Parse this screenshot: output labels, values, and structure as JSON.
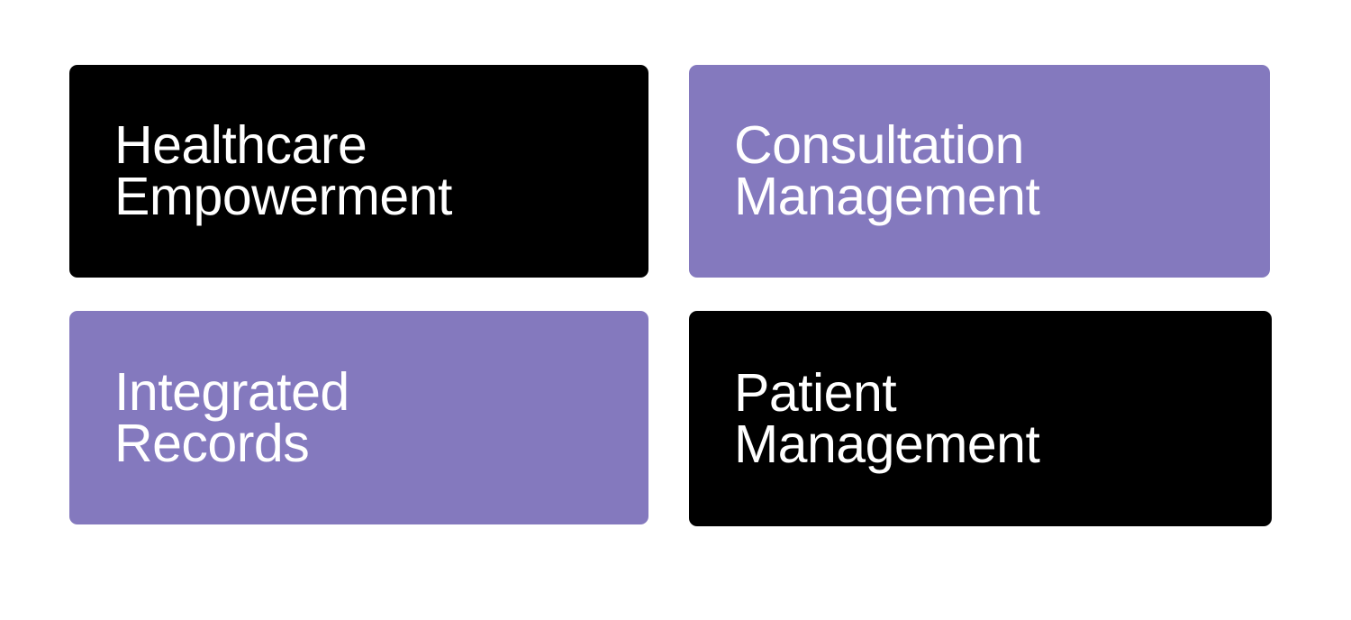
{
  "page": {
    "background_color": "#ffffff",
    "layout": "2x2-card-grid"
  },
  "theme": {
    "dark_background": "#000000",
    "purple_background": "#8479be",
    "text_color": "#ffffff"
  },
  "cards": [
    {
      "id": "healthcare-empowerment",
      "title": "Healthcare\nEmpowerment",
      "line1": "Healthcare",
      "line2": "Empowerment",
      "theme": "dark",
      "background_color": "#000000",
      "text_color": "#ffffff",
      "position": "top-left"
    },
    {
      "id": "consultation-management",
      "title": "Consultation\nManagement",
      "line1": "Consultation",
      "line2": "Management",
      "theme": "purple",
      "background_color": "#8479be",
      "text_color": "#ffffff",
      "position": "top-right"
    },
    {
      "id": "integrated-records",
      "title": "Integrated\nRecords",
      "line1": "Integrated",
      "line2": "Records",
      "theme": "purple",
      "background_color": "#8479be",
      "text_color": "#ffffff",
      "position": "bottom-left"
    },
    {
      "id": "patient-management",
      "title": "Patient\nManagement",
      "line1": "Patient",
      "line2": "Management",
      "theme": "dark",
      "background_color": "#000000",
      "text_color": "#ffffff",
      "position": "bottom-right"
    }
  ]
}
